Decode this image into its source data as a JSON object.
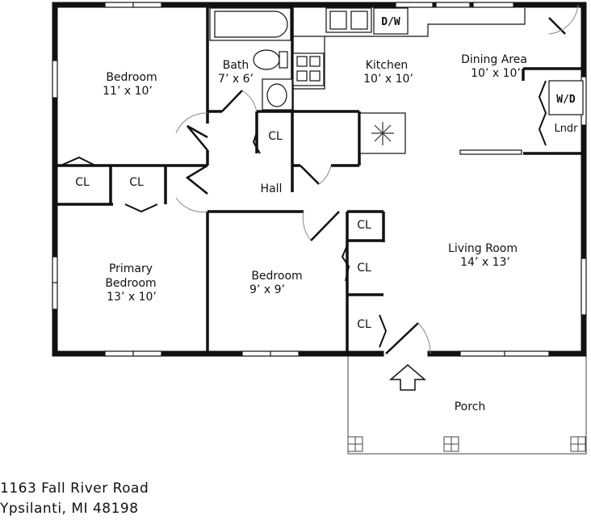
{
  "rooms": {
    "bedroom_ne": {
      "name": "Bedroom",
      "dims": "11’ x 10’"
    },
    "bath": {
      "name": "Bath",
      "dims": "7’ x 6’"
    },
    "kitchen": {
      "name": "Kitchen",
      "dims": "10’ x 10’"
    },
    "dining": {
      "name": "Dining Area",
      "dims": "10’ x 10’"
    },
    "laundry": {
      "name": "Lndr",
      "appliance": "W/D"
    },
    "dishwasher": "D/W",
    "hall": "Hall",
    "primary": {
      "line1": "Primary",
      "line2": "Bedroom",
      "dims": "13’ x 10’"
    },
    "bedroom_s": {
      "name": "Bedroom",
      "dims": "9’ x 9’"
    },
    "living": {
      "name": "Living Room",
      "dims": "14’ x 13’"
    },
    "porch": "Porch",
    "closet": "CL"
  },
  "address": {
    "line1": "1163 Fall River Road",
    "line2": "Ypsilanti, MI 48198"
  }
}
